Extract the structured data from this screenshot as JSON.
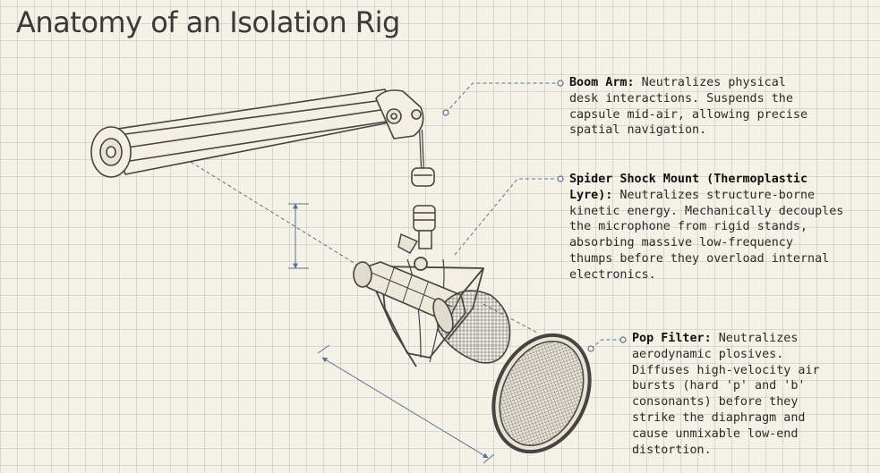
{
  "title": "Anatomy of an Isolation Rig",
  "callouts": {
    "boom_arm": {
      "heading": "Boom Arm:",
      "text": " Neutralizes physical\ndesk interactions. Suspends the\ncapsule mid-air, allowing precise\nspatial navigation."
    },
    "shock_mount": {
      "heading": "Spider Shock Mount (Thermoplastic\nLyre):",
      "text": " Neutralizes structure-borne\nkinetic energy. Mechanically decouples\nthe microphone from rigid stands,\nabsorbing massive low-frequency\nthumps before they overload internal\nelectronics."
    },
    "pop_filter": {
      "heading": "Pop Filter:",
      "text": " Neutralizes\naerodynamic plosives.\nDiffuses high-velocity air\nbursts (hard 'p' and 'b'\nconsonants) before they\nstrike the diaphragm and\ncause unmixable low-end\ndistortion."
    }
  },
  "colors": {
    "line": "#4a4a4a",
    "leader": "#5a7290",
    "paper": "#f4f1e6"
  }
}
